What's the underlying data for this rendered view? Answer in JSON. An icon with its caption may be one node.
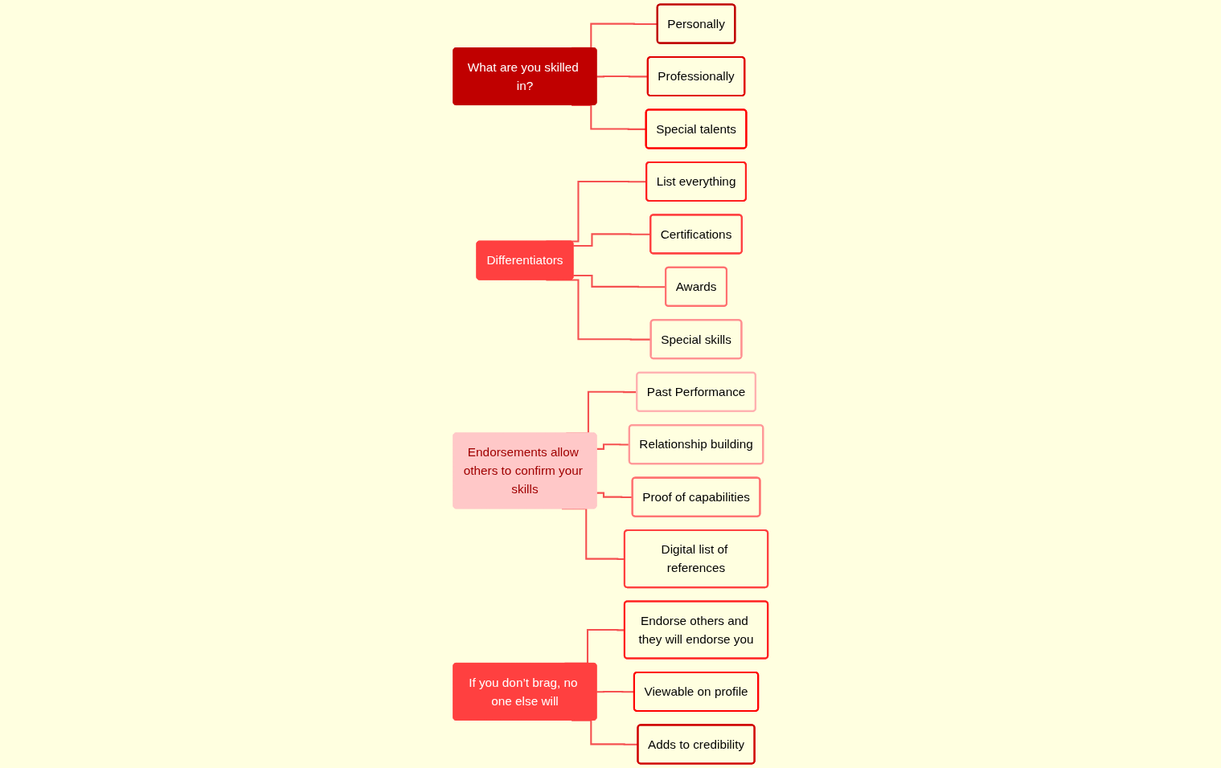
{
  "diagram": {
    "nodes": [
      {
        "text": [
          "What are you skilled in?"
        ]
      },
      {
        "text": [
          "Personally"
        ]
      },
      {
        "text": [
          "Professionally"
        ]
      },
      {
        "text": [
          "Special talents"
        ]
      },
      {
        "text": [
          "Differentiators"
        ]
      },
      {
        "text": [
          "List everything"
        ]
      },
      {
        "text": [
          "Certifications"
        ]
      },
      {
        "text": [
          "Awards"
        ]
      },
      {
        "text": [
          "Special skills"
        ]
      },
      {
        "text": [
          "Endorsements allow others to confirm your skills"
        ]
      },
      {
        "text": [
          "Past Performance"
        ]
      },
      {
        "text": [
          "Relationship building"
        ]
      },
      {
        "text": [
          "Proof of capabilities"
        ]
      },
      {
        "text": [
          "Digital list of references"
        ]
      },
      {
        "text": [
          "If you don’t brag, no one else will"
        ]
      },
      {
        "text": [
          "Endorse others and they will endorse you"
        ]
      },
      {
        "text": [
          "Viewable on profile"
        ]
      },
      {
        "text": [
          "Adds to credibility"
        ]
      }
    ],
    "edges": [
      {
        "from": 0,
        "to": 1,
        "arrow": "none"
      },
      {
        "from": 0,
        "to": 2,
        "arrow": "none"
      },
      {
        "from": 0,
        "to": 3,
        "arrow": "none"
      },
      {
        "from": 4,
        "to": 5,
        "arrow": "none"
      },
      {
        "from": 4,
        "to": 6,
        "arrow": "none"
      },
      {
        "from": 4,
        "to": 7,
        "arrow": "none"
      },
      {
        "from": 4,
        "to": 8,
        "arrow": "none"
      },
      {
        "from": 9,
        "to": 10,
        "arrow": "none"
      },
      {
        "from": 9,
        "to": 11,
        "arrow": "none"
      },
      {
        "from": 9,
        "to": 12,
        "arrow": "none"
      },
      {
        "from": 9,
        "to": 13,
        "arrow": "none"
      },
      {
        "from": 14,
        "to": 15,
        "arrow": "none"
      },
      {
        "from": 14,
        "to": 16,
        "arrow": "none"
      },
      {
        "from": 14,
        "to": 17,
        "arrow": "none"
      }
    ]
  }
}
